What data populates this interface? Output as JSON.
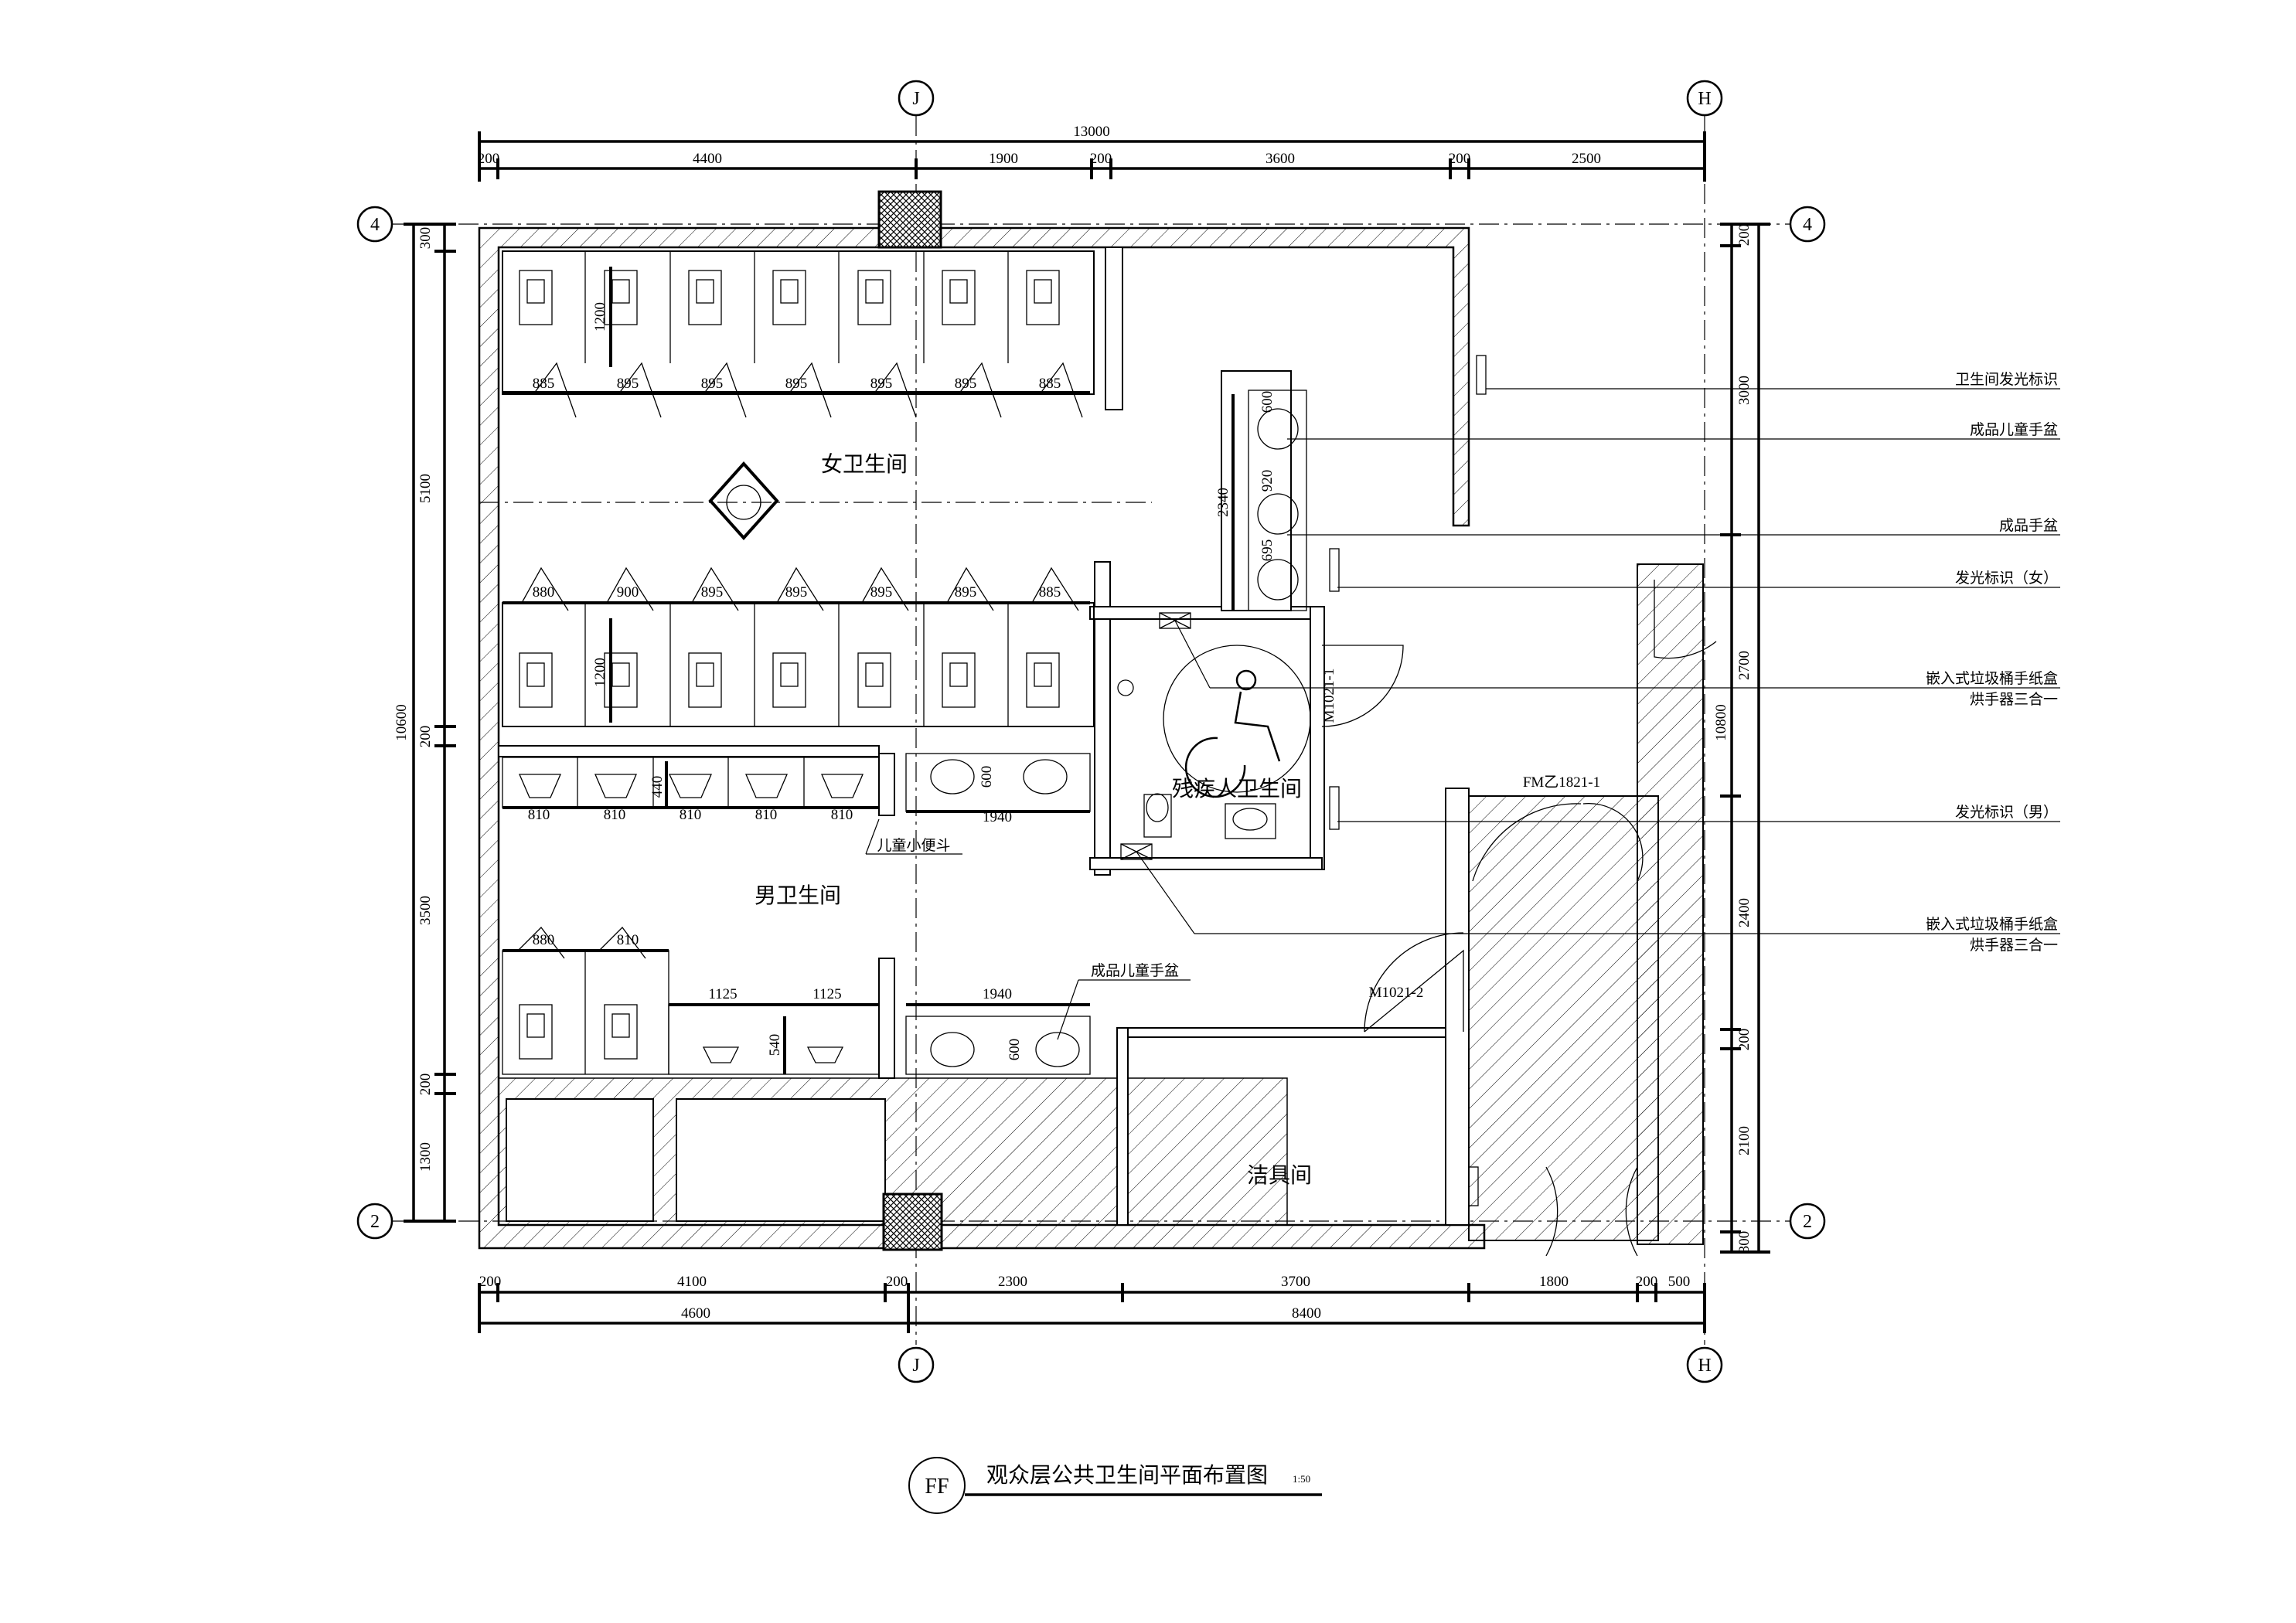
{
  "axes": {
    "j_top": "J",
    "h_top": "H",
    "j_bottom": "J",
    "h_bottom": "H",
    "four_left": "4",
    "two_left": "2",
    "four_right": "4",
    "two_right": "2"
  },
  "dims": {
    "top_total": "13000",
    "top": [
      "200",
      "4400",
      "1900",
      "200",
      "3600",
      "200",
      "2500"
    ],
    "bottom": [
      "200",
      "4100",
      "200",
      "2300",
      "3700",
      "1800",
      "200",
      "500"
    ],
    "bottom_total_left": "4600",
    "bottom_total_right": "8400",
    "left": [
      "300",
      "5100",
      "200",
      "3500",
      "200",
      "1300"
    ],
    "left_total": "10600",
    "right": [
      "200",
      "3000",
      "2700",
      "2400",
      "200",
      "2100",
      "300"
    ],
    "right_total": "10800"
  },
  "stalls": {
    "top_row": [
      "885",
      "895",
      "895",
      "895",
      "895",
      "895",
      "885"
    ],
    "mid_row": [
      "880",
      "900",
      "895",
      "895",
      "895",
      "895",
      "885"
    ],
    "urinals": [
      "810",
      "810",
      "810",
      "810",
      "810"
    ],
    "men_lower": [
      "880",
      "810"
    ],
    "kid_urinals": [
      "1125",
      "1125"
    ],
    "depth_top": "1200",
    "depth_mid": "1200",
    "depth_440": "440",
    "depth_540": "540",
    "basin_600": "600",
    "basin_1940": "1940",
    "basin_600_b": "600",
    "basin_1940_b": "1940",
    "kid_basin": [
      "600",
      "920",
      "695"
    ],
    "kid_basin_len": "2340"
  },
  "rooms": {
    "women": "女卫生间",
    "men": "男卫生间",
    "accessible": "残疾人卫生间",
    "janitor": "洁具间"
  },
  "doors": {
    "m1": "M1021-1",
    "m2": "M1021-2",
    "fm": "FM乙1821-1"
  },
  "labels": {
    "kid_urinal": "儿童小便斗",
    "kid_basin_b": "成品儿童手盆"
  },
  "notes": [
    {
      "lines": [
        "卫生间发光标识"
      ]
    },
    {
      "lines": [
        "成品儿童手盆"
      ]
    },
    {
      "lines": [
        "成品手盆"
      ]
    },
    {
      "lines": [
        "发光标识（女）"
      ]
    },
    {
      "lines": [
        "嵌入式垃圾桶手纸盒",
        "烘手器三合一"
      ]
    },
    {
      "lines": [
        "发光标识（男）"
      ]
    },
    {
      "lines": [
        "嵌入式垃圾桶手纸盒",
        "烘手器三合一"
      ]
    }
  ],
  "title": {
    "code": "FF",
    "text": "观众层公共卫生间平面布置图",
    "scale": "1:50"
  }
}
